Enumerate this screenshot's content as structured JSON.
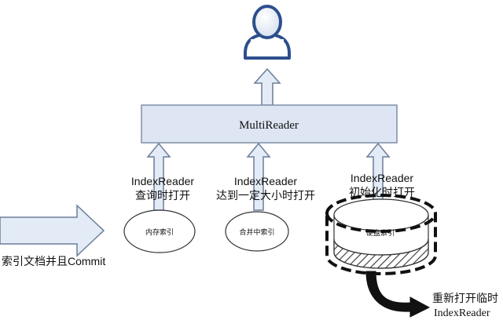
{
  "multireader": {
    "label": "MultiReader"
  },
  "readers": [
    {
      "title": "IndexReader",
      "subtitle": "查询时打开"
    },
    {
      "title": "IndexReader",
      "subtitle": "达到一定大小时打开"
    },
    {
      "title": "IndexReader",
      "subtitle": "初始化时打开"
    }
  ],
  "indexes": {
    "memory": "内存索引",
    "merging": "合并中索引",
    "disk": "硬盘索引"
  },
  "input": {
    "label": "索引文档并且Commit"
  },
  "reopen": {
    "line1": "重新打开临时",
    "line2": "IndexReader"
  },
  "colors": {
    "box_fill": "#dde6f2",
    "box_stroke": "#7f8fa8",
    "arrow_fill": "#e3ebf6",
    "arrow_stroke": "#6c7d98",
    "user_fill": "#e3ebf6",
    "user_stroke": "#2c4f8c"
  }
}
